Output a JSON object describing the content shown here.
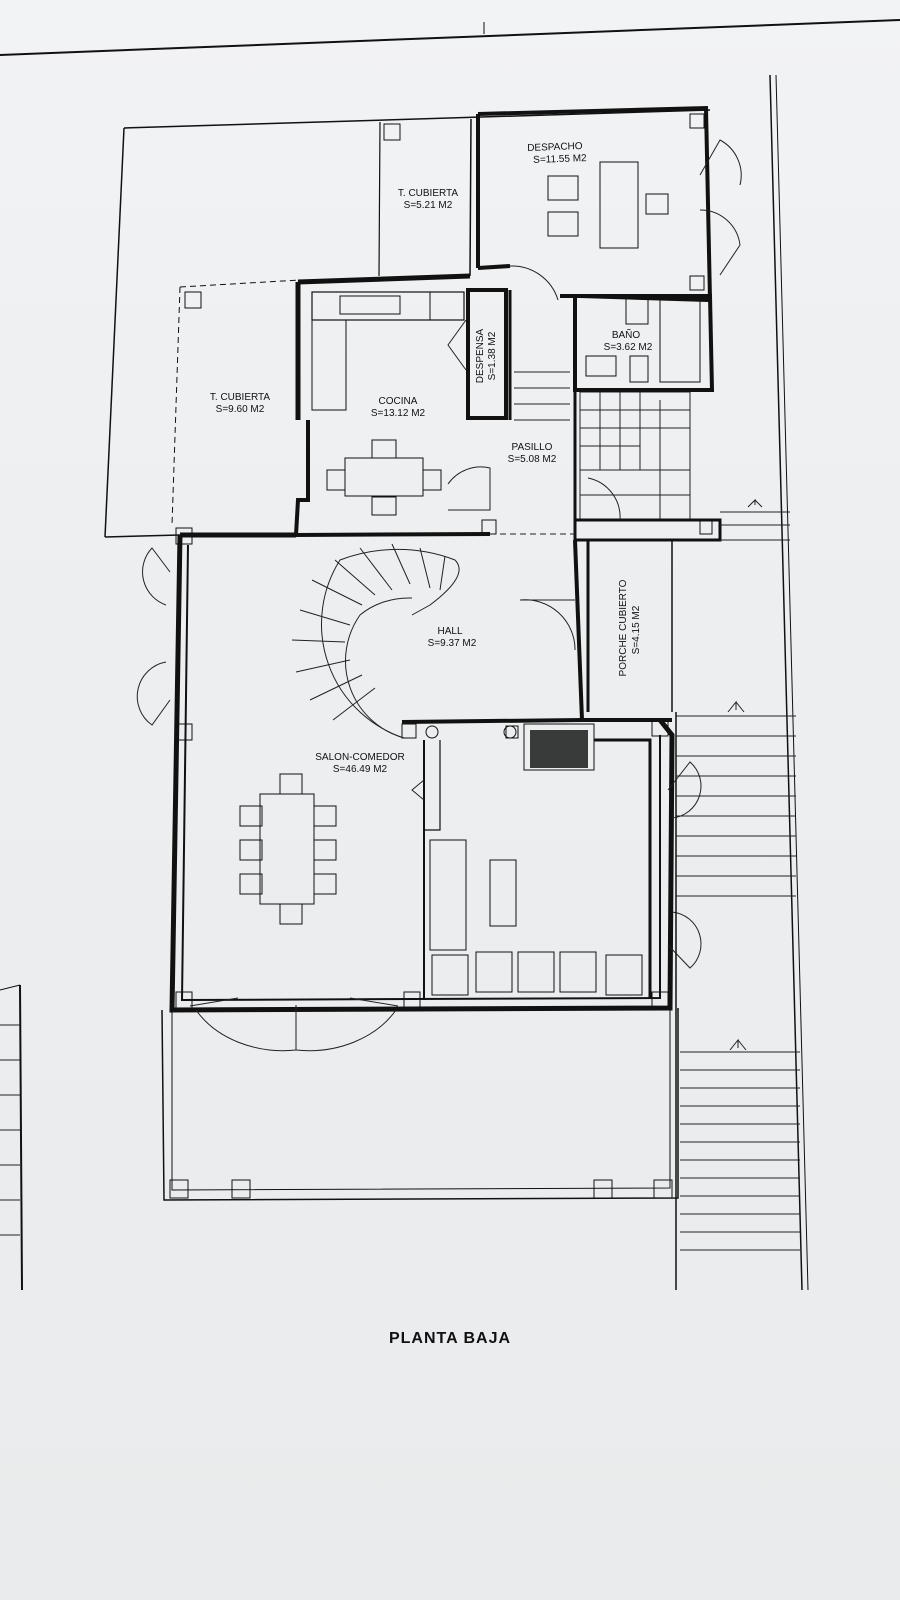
{
  "rooms": {
    "despacho": {
      "name": "DESPACHO",
      "area": "S=11.55 M2"
    },
    "t_cubierta_1": {
      "name": "T. CUBIERTA",
      "area": "S=5.21 M2"
    },
    "t_cubierta_2": {
      "name": "T. CUBIERTA",
      "area": "S=9.60 M2"
    },
    "despensa": {
      "name": "DESPENSA",
      "area": "S=1.38 M2"
    },
    "cocina": {
      "name": "COCINA",
      "area": "S=13.12 M2"
    },
    "bano": {
      "name": "BAÑO",
      "area": "S=3.62 M2"
    },
    "pasillo": {
      "name": "PASILLO",
      "area": "S=5.08 M2"
    },
    "hall": {
      "name": "HALL",
      "area": "S=9.37 M2"
    },
    "porche": {
      "name": "PORCHE CUBIERTO",
      "area": "S=4.15 M2"
    },
    "salon": {
      "name": "SALON-COMEDOR",
      "area": "S=46.49 M2"
    }
  },
  "caption": "PLANTA BAJA",
  "colors": {
    "ink": "#111111",
    "paper": "#eef0f1"
  }
}
